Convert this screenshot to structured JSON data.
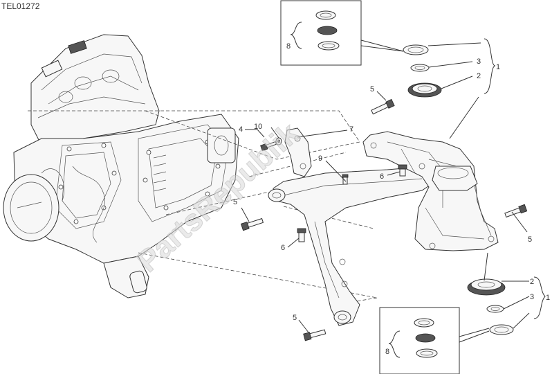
{
  "diagram": {
    "code": "TEL01272",
    "watermark": "PartsRepublik",
    "callouts": {
      "c1_top": "1",
      "c2_top": "2",
      "c3_top": "3",
      "c5_top": "5",
      "c8_top": "8",
      "c4": "4",
      "c10": "10",
      "c7": "7",
      "c9": "9",
      "c6_right": "6",
      "c5_left": "5",
      "c6_left": "6",
      "c5_right": "5",
      "c2_bottom": "2",
      "c3_bottom": "3",
      "c1_bottom": "1",
      "c5_bottom": "5",
      "c8_bottom": "8"
    }
  }
}
